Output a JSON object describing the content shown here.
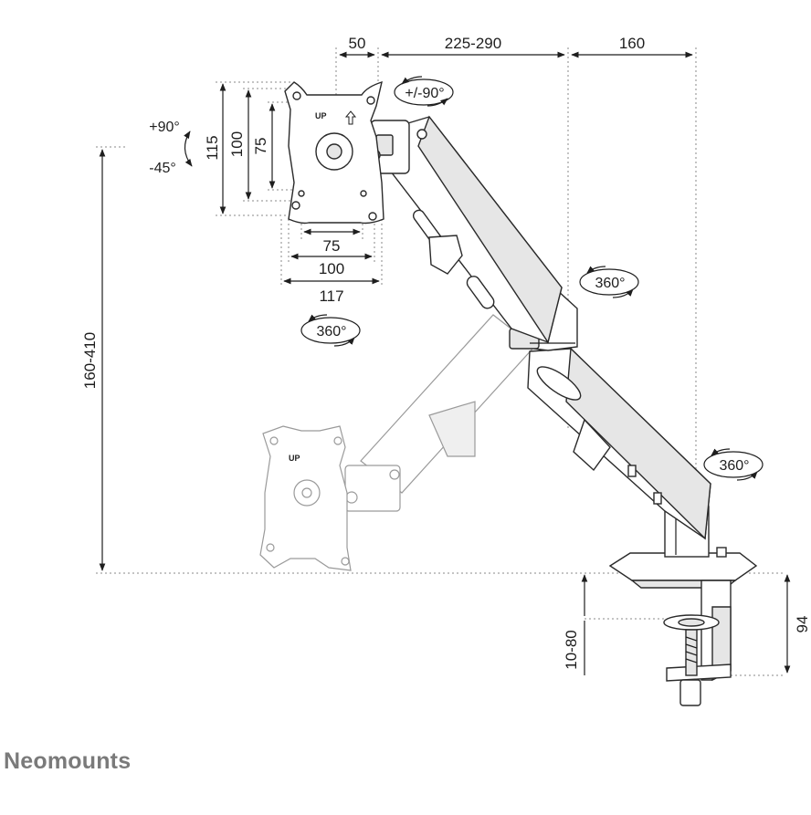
{
  "brand": {
    "name": "Neomounts"
  },
  "dimensions": {
    "tilt_depth": "50",
    "arm_reach": "225-290",
    "base_offset": "160",
    "total_height": "160-410",
    "desk_thickness": "10-80",
    "clamp_height": "94",
    "vesa_height_outer": "115",
    "vesa_height_mid": "100",
    "vesa_height_inner": "75",
    "vesa_width_inner": "75",
    "vesa_width_mid": "100",
    "vesa_width_outer": "117"
  },
  "rotations": {
    "swivel": "+/-90°",
    "tilt_up": "+90°",
    "tilt_down": "-45°",
    "plate_rotation": "360°",
    "elbow_rotation": "360°",
    "base_rotation": "360°"
  },
  "plate_label": "UP"
}
